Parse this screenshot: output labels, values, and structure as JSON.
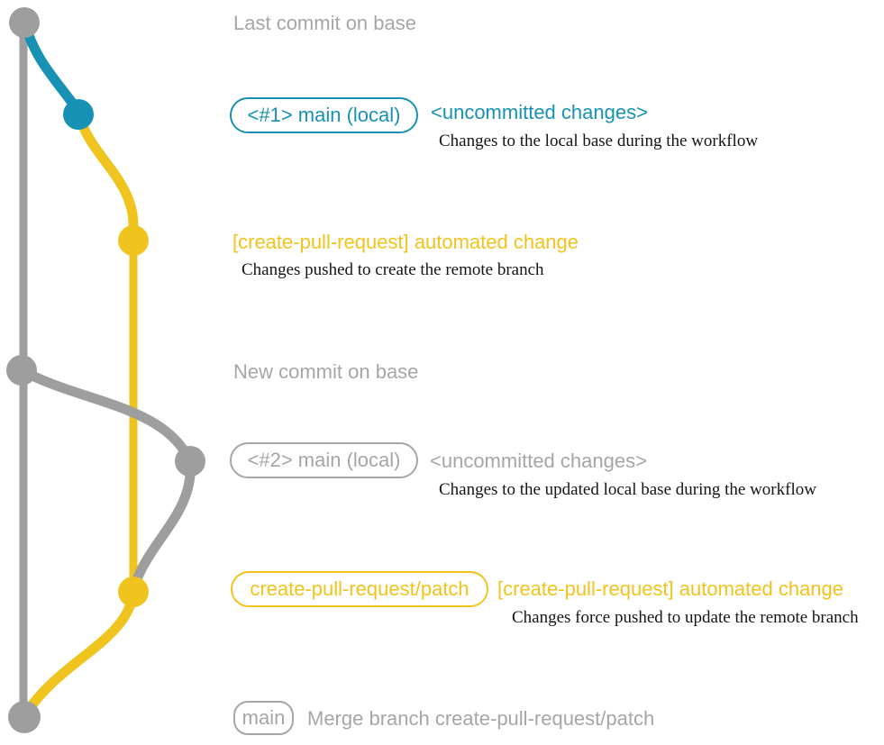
{
  "colors": {
    "graph_gray": "#9e9e9e",
    "gray_text": "#a6a6a6",
    "blue": "#1791b4",
    "yellow": "#f0c41f",
    "description_text": "#151515"
  },
  "graph": {
    "commits": [
      {
        "name": "last-commit-on-base",
        "color": "gray"
      },
      {
        "name": "uncommitted-changes-1",
        "color": "blue"
      },
      {
        "name": "automated-change-1",
        "color": "yellow"
      },
      {
        "name": "new-commit-on-base",
        "color": "gray"
      },
      {
        "name": "uncommitted-changes-2",
        "color": "gray"
      },
      {
        "name": "automated-change-2",
        "color": "yellow"
      },
      {
        "name": "merge-commit",
        "color": "gray"
      }
    ]
  },
  "rows": {
    "last_commit": {
      "annotation": "Last commit on base"
    },
    "uncommitted_1": {
      "badge": "<#1> main (local)",
      "status": "<uncommitted changes>",
      "description": "Changes to the local base during the workflow"
    },
    "automated_1": {
      "heading": "[create-pull-request] automated change",
      "description": "Changes pushed to create the remote branch"
    },
    "new_commit": {
      "annotation": "New commit on base"
    },
    "uncommitted_2": {
      "badge": "<#2> main (local)",
      "status": "<uncommitted changes>",
      "description": "Changes to the updated local base during the workflow"
    },
    "automated_2": {
      "badge": "create-pull-request/patch",
      "heading": "[create-pull-request] automated change",
      "description": "Changes force pushed to update the remote branch"
    },
    "merge": {
      "badge": "main",
      "annotation": "Merge branch create-pull-request/patch"
    }
  }
}
